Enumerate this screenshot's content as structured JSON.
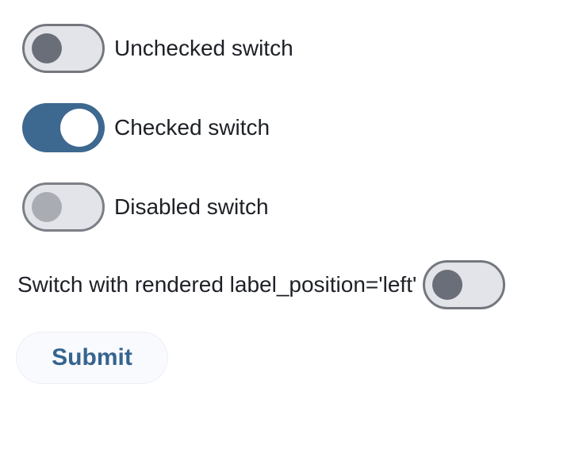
{
  "form": {
    "switches": [
      {
        "label": "Unchecked switch",
        "state": "unchecked",
        "label_position": "right"
      },
      {
        "label": "Checked switch",
        "state": "checked",
        "label_position": "right"
      },
      {
        "label": "Disabled switch",
        "state": "disabled",
        "label_position": "right"
      },
      {
        "label": "Switch with rendered label_position='left'",
        "state": "unchecked",
        "label_position": "left"
      }
    ],
    "submit_button": {
      "label": "Submit"
    }
  },
  "colors": {
    "checked_track": "#3d6890",
    "unchecked_track": "#e3e4e9",
    "track_border": "#74777e",
    "unchecked_knob": "#696e78",
    "disabled_knob": "#a9acb3",
    "checked_knob": "#ffffff",
    "label_text": "#1d2026",
    "submit_background": "#f9fafd",
    "submit_text": "#36648f",
    "page_background": "#ffffff"
  }
}
